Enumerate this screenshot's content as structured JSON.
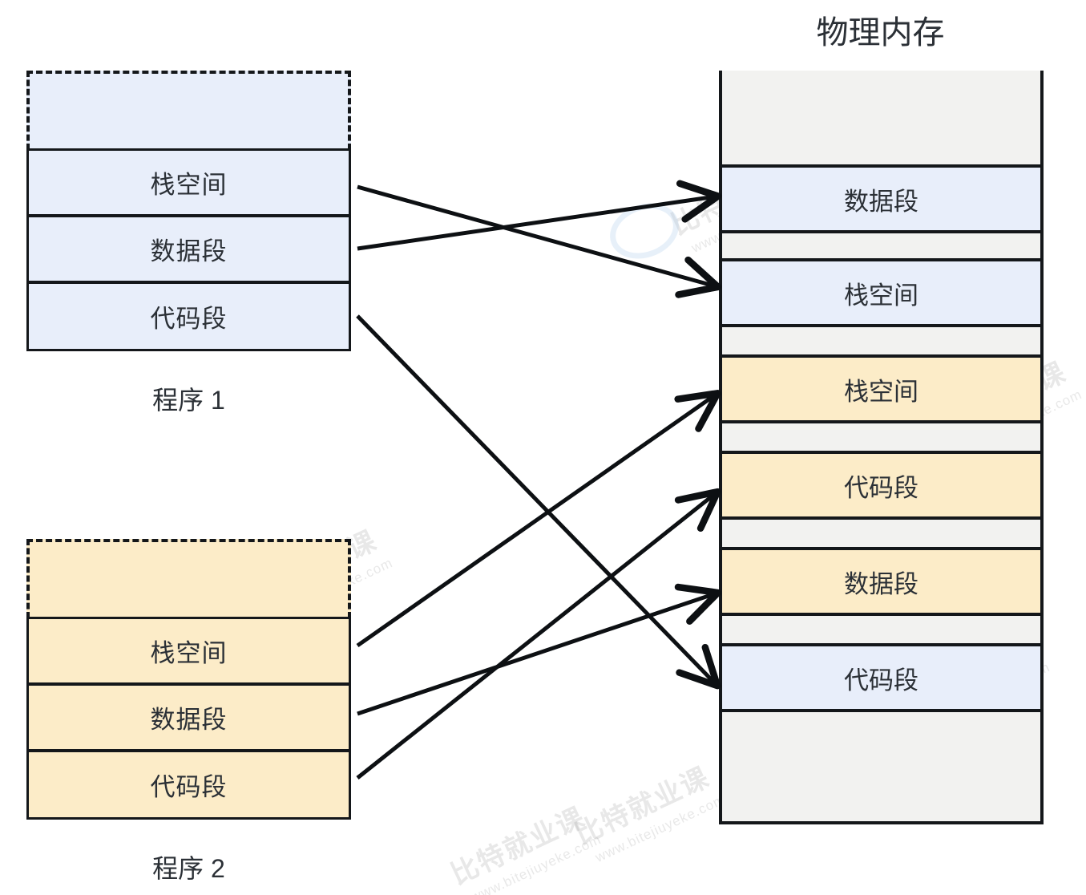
{
  "diagram": {
    "title_physical_memory": "物理内存",
    "program1": {
      "label": "程序 1",
      "color": "#e8eefa",
      "segments": [
        {
          "name": "",
          "dashed": true
        },
        {
          "name": "栈空间"
        },
        {
          "name": "数据段"
        },
        {
          "name": "代码段"
        }
      ]
    },
    "program2": {
      "label": "程序 2",
      "color": "#fcecc8",
      "segments": [
        {
          "name": "",
          "dashed": true
        },
        {
          "name": "栈空间"
        },
        {
          "name": "数据段"
        },
        {
          "name": "代码段"
        }
      ]
    },
    "physical_memory": {
      "frame_color": "#f2f2f0",
      "segments": [
        {
          "name": "",
          "owner": "free",
          "color": "#f2f2f0"
        },
        {
          "name": "数据段",
          "owner": "program1",
          "color": "#e8eefa"
        },
        {
          "name": "",
          "owner": "free",
          "color": "#f2f2f0"
        },
        {
          "name": "栈空间",
          "owner": "program1",
          "color": "#e8eefa"
        },
        {
          "name": "",
          "owner": "free",
          "color": "#f2f2f0"
        },
        {
          "name": "栈空间",
          "owner": "program2",
          "color": "#fcecc8"
        },
        {
          "name": "",
          "owner": "free",
          "color": "#f2f2f0"
        },
        {
          "name": "代码段",
          "owner": "program2",
          "color": "#fcecc8"
        },
        {
          "name": "",
          "owner": "free",
          "color": "#f2f2f0"
        },
        {
          "name": "数据段",
          "owner": "program2",
          "color": "#fcecc8"
        },
        {
          "name": "",
          "owner": "free",
          "color": "#f2f2f0"
        },
        {
          "name": "代码段",
          "owner": "program1",
          "color": "#e8eefa"
        },
        {
          "name": "",
          "owner": "free",
          "color": "#f2f2f0"
        }
      ]
    },
    "mappings": [
      {
        "from": "program1.栈空间",
        "to": "physical.栈空间(program1)"
      },
      {
        "from": "program1.数据段",
        "to": "physical.数据段(program1)"
      },
      {
        "from": "program1.代码段",
        "to": "physical.代码段(program1)"
      },
      {
        "from": "program2.栈空间",
        "to": "physical.栈空间(program2)"
      },
      {
        "from": "program2.数据段",
        "to": "physical.数据段(program2)"
      },
      {
        "from": "program2.代码段",
        "to": "physical.代码段(program2)"
      }
    ]
  },
  "watermark": {
    "cn": "比特就业课",
    "en": "www.bitejiuyeke.com"
  }
}
